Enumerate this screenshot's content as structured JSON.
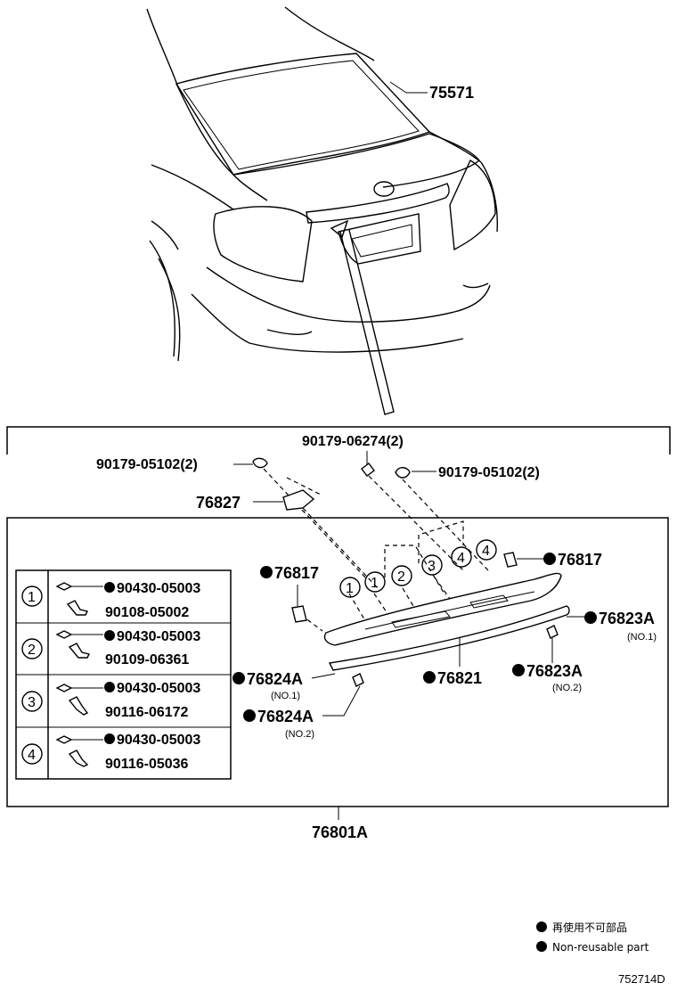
{
  "parts": {
    "p75571": "75571",
    "p90179_06274": "90179-06274(2)",
    "p90179_05102_left": "90179-05102(2)",
    "p90179_05102_right": "90179-05102(2)",
    "p76827": "76827",
    "p76817_left": "76817",
    "p76817_right": "76817",
    "p76823A_1": "76823A",
    "p76823A_1_note": "(NO.1)",
    "p76823A_2": "76823A",
    "p76823A_2_note": "(NO.2)",
    "p76824A_1": "76824A",
    "p76824A_1_note": "(NO.1)",
    "p76824A_2": "76824A",
    "p76824A_2_note": "(NO.2)",
    "p76821": "76821",
    "p76801A": "76801A"
  },
  "callouts": [
    "1",
    "1",
    "2",
    "3",
    "4",
    "4"
  ],
  "fastener_table": [
    {
      "num": "1",
      "nut": "90430-05003",
      "screw": "90108-05002"
    },
    {
      "num": "2",
      "nut": "90430-05003",
      "screw": "90109-06361"
    },
    {
      "num": "3",
      "nut": "90430-05003",
      "screw": "90116-06172"
    },
    {
      "num": "4",
      "nut": "90430-05003",
      "screw": "90116-05036"
    }
  ],
  "legend": {
    "jp": "再使用不可部品",
    "en": "Non-reusable part"
  },
  "figure_id": "752714D"
}
